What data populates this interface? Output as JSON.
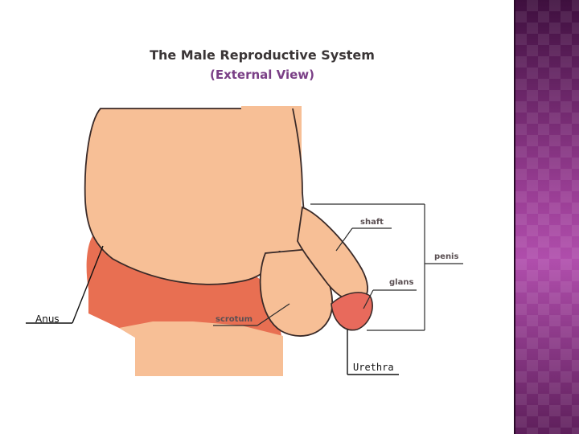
{
  "diagram": {
    "title": "The Male Reproductive System",
    "subtitle": "(External View)",
    "labels": {
      "shaft": "shaft",
      "penis": "penis",
      "glans": "glans",
      "scrotum": "scrotum",
      "anus": "Anus",
      "urethra": "Urethra"
    }
  },
  "colors": {
    "skin": "#f7bf96",
    "skin_outline": "#3a2a28",
    "inner_body": "#e86f52",
    "glans": "#e86a5c",
    "title": "#3a3536",
    "subtitle": "#7a3f86",
    "side_band": "#7c2f78"
  }
}
